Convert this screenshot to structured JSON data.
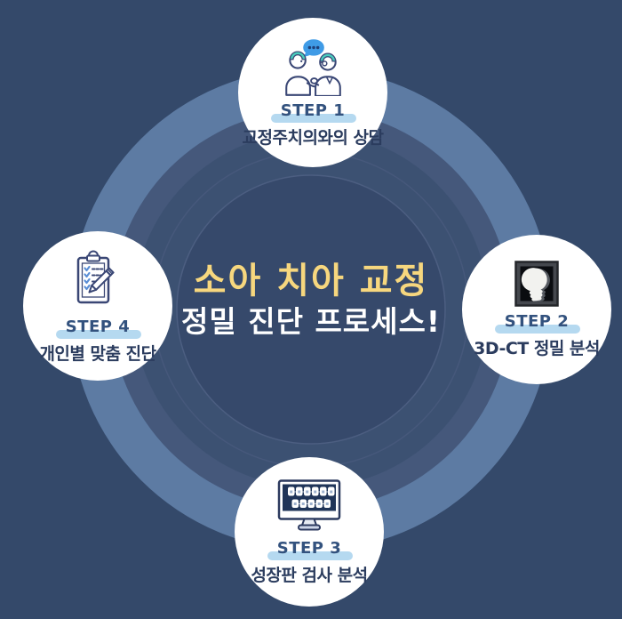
{
  "center": {
    "title": "소아 치아 교정",
    "subtitle": "정밀 진단 프로세스!"
  },
  "steps": [
    {
      "label": "STEP 1",
      "caption": "교정주치의와의 상담",
      "icon": "doctor-consultation-icon"
    },
    {
      "label": "STEP 2",
      "caption": "3D-CT 정밀 분석",
      "icon": "ct-scan-icon"
    },
    {
      "label": "STEP 3",
      "caption": "성장판 검사 분석",
      "icon": "teeth-monitor-icon"
    },
    {
      "label": "STEP 4",
      "caption": "개인별 맞춤 진단",
      "icon": "checklist-pencil-icon"
    }
  ],
  "colors": {
    "background": "#34496A",
    "ring_light": "#5D7BA3",
    "ring_medium": "#45587B",
    "ring_dark": "#3C5172",
    "inner_disc": "#36496B",
    "inner_disc_stroke": "#4C5E81",
    "title_yellow": "#F7D77E",
    "subtitle_white": "#FFFFFF",
    "step_label_blue": "#33527E",
    "pill_light_blue": "#B5D9F0",
    "caption_navy": "#2B3C5E",
    "icon_outline_navy": "#3A4775",
    "icon_mint": "#49CDBD",
    "bubble_blue": "#3F9BE6"
  }
}
